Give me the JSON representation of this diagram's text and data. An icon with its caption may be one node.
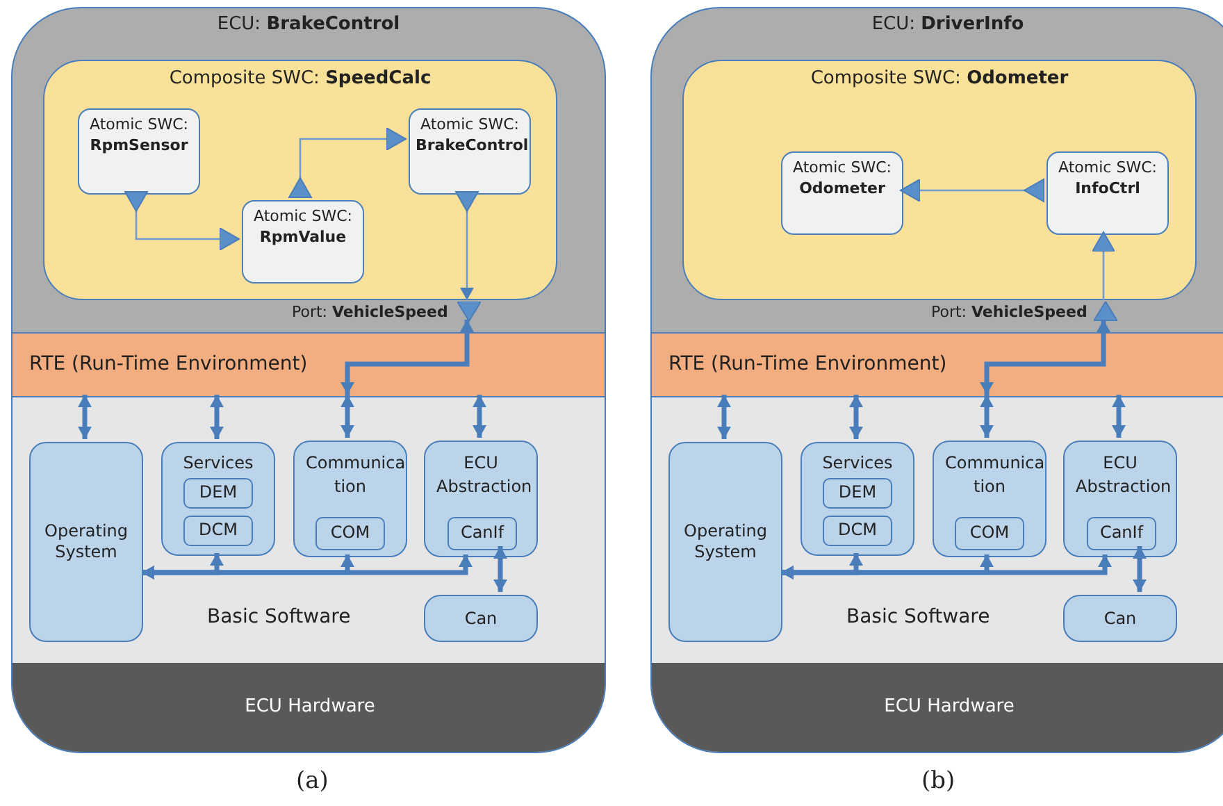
{
  "diagram": {
    "nodes": [
      {
        "text": [
          "ECU: **BrakeControl**"
        ]
      },
      {
        "text": [
          "Composite SWC: **SpeedCalc**"
        ],
        "in": 0
      },
      {
        "text": [
          "Atomic SWC: **RpmSensor**"
        ],
        "in": 1
      },
      {
        "text": [
          "Atomic SWC: **RpmValue**"
        ],
        "in": 1
      },
      {
        "text": [
          "Atomic SWC: **BrakeControl**"
        ],
        "in": 1
      },
      {
        "text": [],
        "shape": "triangle",
        "beside": [
          "Port: **VehicleSpeed**"
        ],
        "in": 0
      },
      {
        "text": [
          "RTE (Run-Time Environment)"
        ],
        "in": 0
      },
      {
        "text": [
          "Basic Software"
        ],
        "in": 0
      },
      {
        "text": [
          "Operating System"
        ],
        "in": 7
      },
      {
        "text": [
          "Services"
        ],
        "in": 7
      },
      {
        "text": [
          "DEM"
        ],
        "in": 9
      },
      {
        "text": [
          "DCM"
        ],
        "in": 9
      },
      {
        "text": [
          "Communica tion"
        ],
        "in": 7
      },
      {
        "text": [
          "COM"
        ],
        "in": 12
      },
      {
        "text": [
          "ECU Abstraction"
        ],
        "in": 7
      },
      {
        "text": [
          "CanIf"
        ],
        "in": 14
      },
      {
        "text": [
          "Can"
        ],
        "in": 7
      },
      {
        "text": [
          "ECU Hardware"
        ],
        "in": 0
      },
      {
        "text": [
          "ECU: **DriverInfo**"
        ]
      },
      {
        "text": [
          "Composite SWC: **Odometer**"
        ],
        "in": 18
      },
      {
        "text": [
          "Atomic SWC: **Odometer**"
        ],
        "in": 19
      },
      {
        "text": [
          "Atomic SWC: **InfoCtrl**"
        ],
        "in": 19
      },
      {
        "text": [],
        "shape": "triangle",
        "beside": [
          "Port: **VehicleSpeed**"
        ],
        "in": 18
      },
      {
        "text": [
          "RTE (Run-Time Environment)"
        ],
        "in": 18
      },
      {
        "text": [
          "Basic Software"
        ],
        "in": 18
      },
      {
        "text": [
          "Operating System"
        ],
        "in": 24
      },
      {
        "text": [
          "Services"
        ],
        "in": 24
      },
      {
        "text": [
          "DEM"
        ],
        "in": 26
      },
      {
        "text": [
          "DCM"
        ],
        "in": 26
      },
      {
        "text": [
          "Communica tion"
        ],
        "in": 24
      },
      {
        "text": [
          "COM"
        ],
        "in": 29
      },
      {
        "text": [
          "ECU Abstraction"
        ],
        "in": 24
      },
      {
        "text": [
          "CanIf"
        ],
        "in": 31
      },
      {
        "text": [
          "Can"
        ],
        "in": 24
      },
      {
        "text": [
          "ECU Hardware"
        ],
        "in": 18
      }
    ],
    "edges": [
      {
        "from": 2,
        "to": 3,
        "arrow": "to"
      },
      {
        "from": 3,
        "to": 4,
        "arrow": "to"
      },
      {
        "from": 4,
        "to": 5,
        "arrow": "to"
      },
      {
        "from": 6,
        "to": 5,
        "arrow": "both"
      },
      {
        "from": 6,
        "to": 8,
        "arrow": "both"
      },
      {
        "from": 6,
        "to": 9,
        "arrow": "both"
      },
      {
        "from": 6,
        "to": 12,
        "arrow": "both"
      },
      {
        "from": 6,
        "to": 14,
        "arrow": "both"
      },
      {
        "from": 9,
        "to": 8,
        "arrow": "both"
      },
      {
        "from": 12,
        "to": 8,
        "arrow": "both"
      },
      {
        "from": 14,
        "to": 8,
        "arrow": "both"
      },
      {
        "from": 15,
        "to": 16,
        "arrow": "both"
      },
      {
        "from": 21,
        "to": 20,
        "arrow": "to"
      },
      {
        "from": 22,
        "to": 21,
        "arrow": "to"
      },
      {
        "from": 23,
        "to": 22,
        "arrow": "both"
      },
      {
        "from": 23,
        "to": 25,
        "arrow": "both"
      },
      {
        "from": 23,
        "to": 26,
        "arrow": "both"
      },
      {
        "from": 23,
        "to": 29,
        "arrow": "both"
      },
      {
        "from": 23,
        "to": 31,
        "arrow": "both"
      },
      {
        "from": 26,
        "to": 25,
        "arrow": "both"
      },
      {
        "from": 29,
        "to": 25,
        "arrow": "both"
      },
      {
        "from": 31,
        "to": 25,
        "arrow": "both"
      },
      {
        "from": 32,
        "to": 33,
        "arrow": "both"
      }
    ],
    "labels": [
      "(a)",
      "(b)"
    ]
  }
}
